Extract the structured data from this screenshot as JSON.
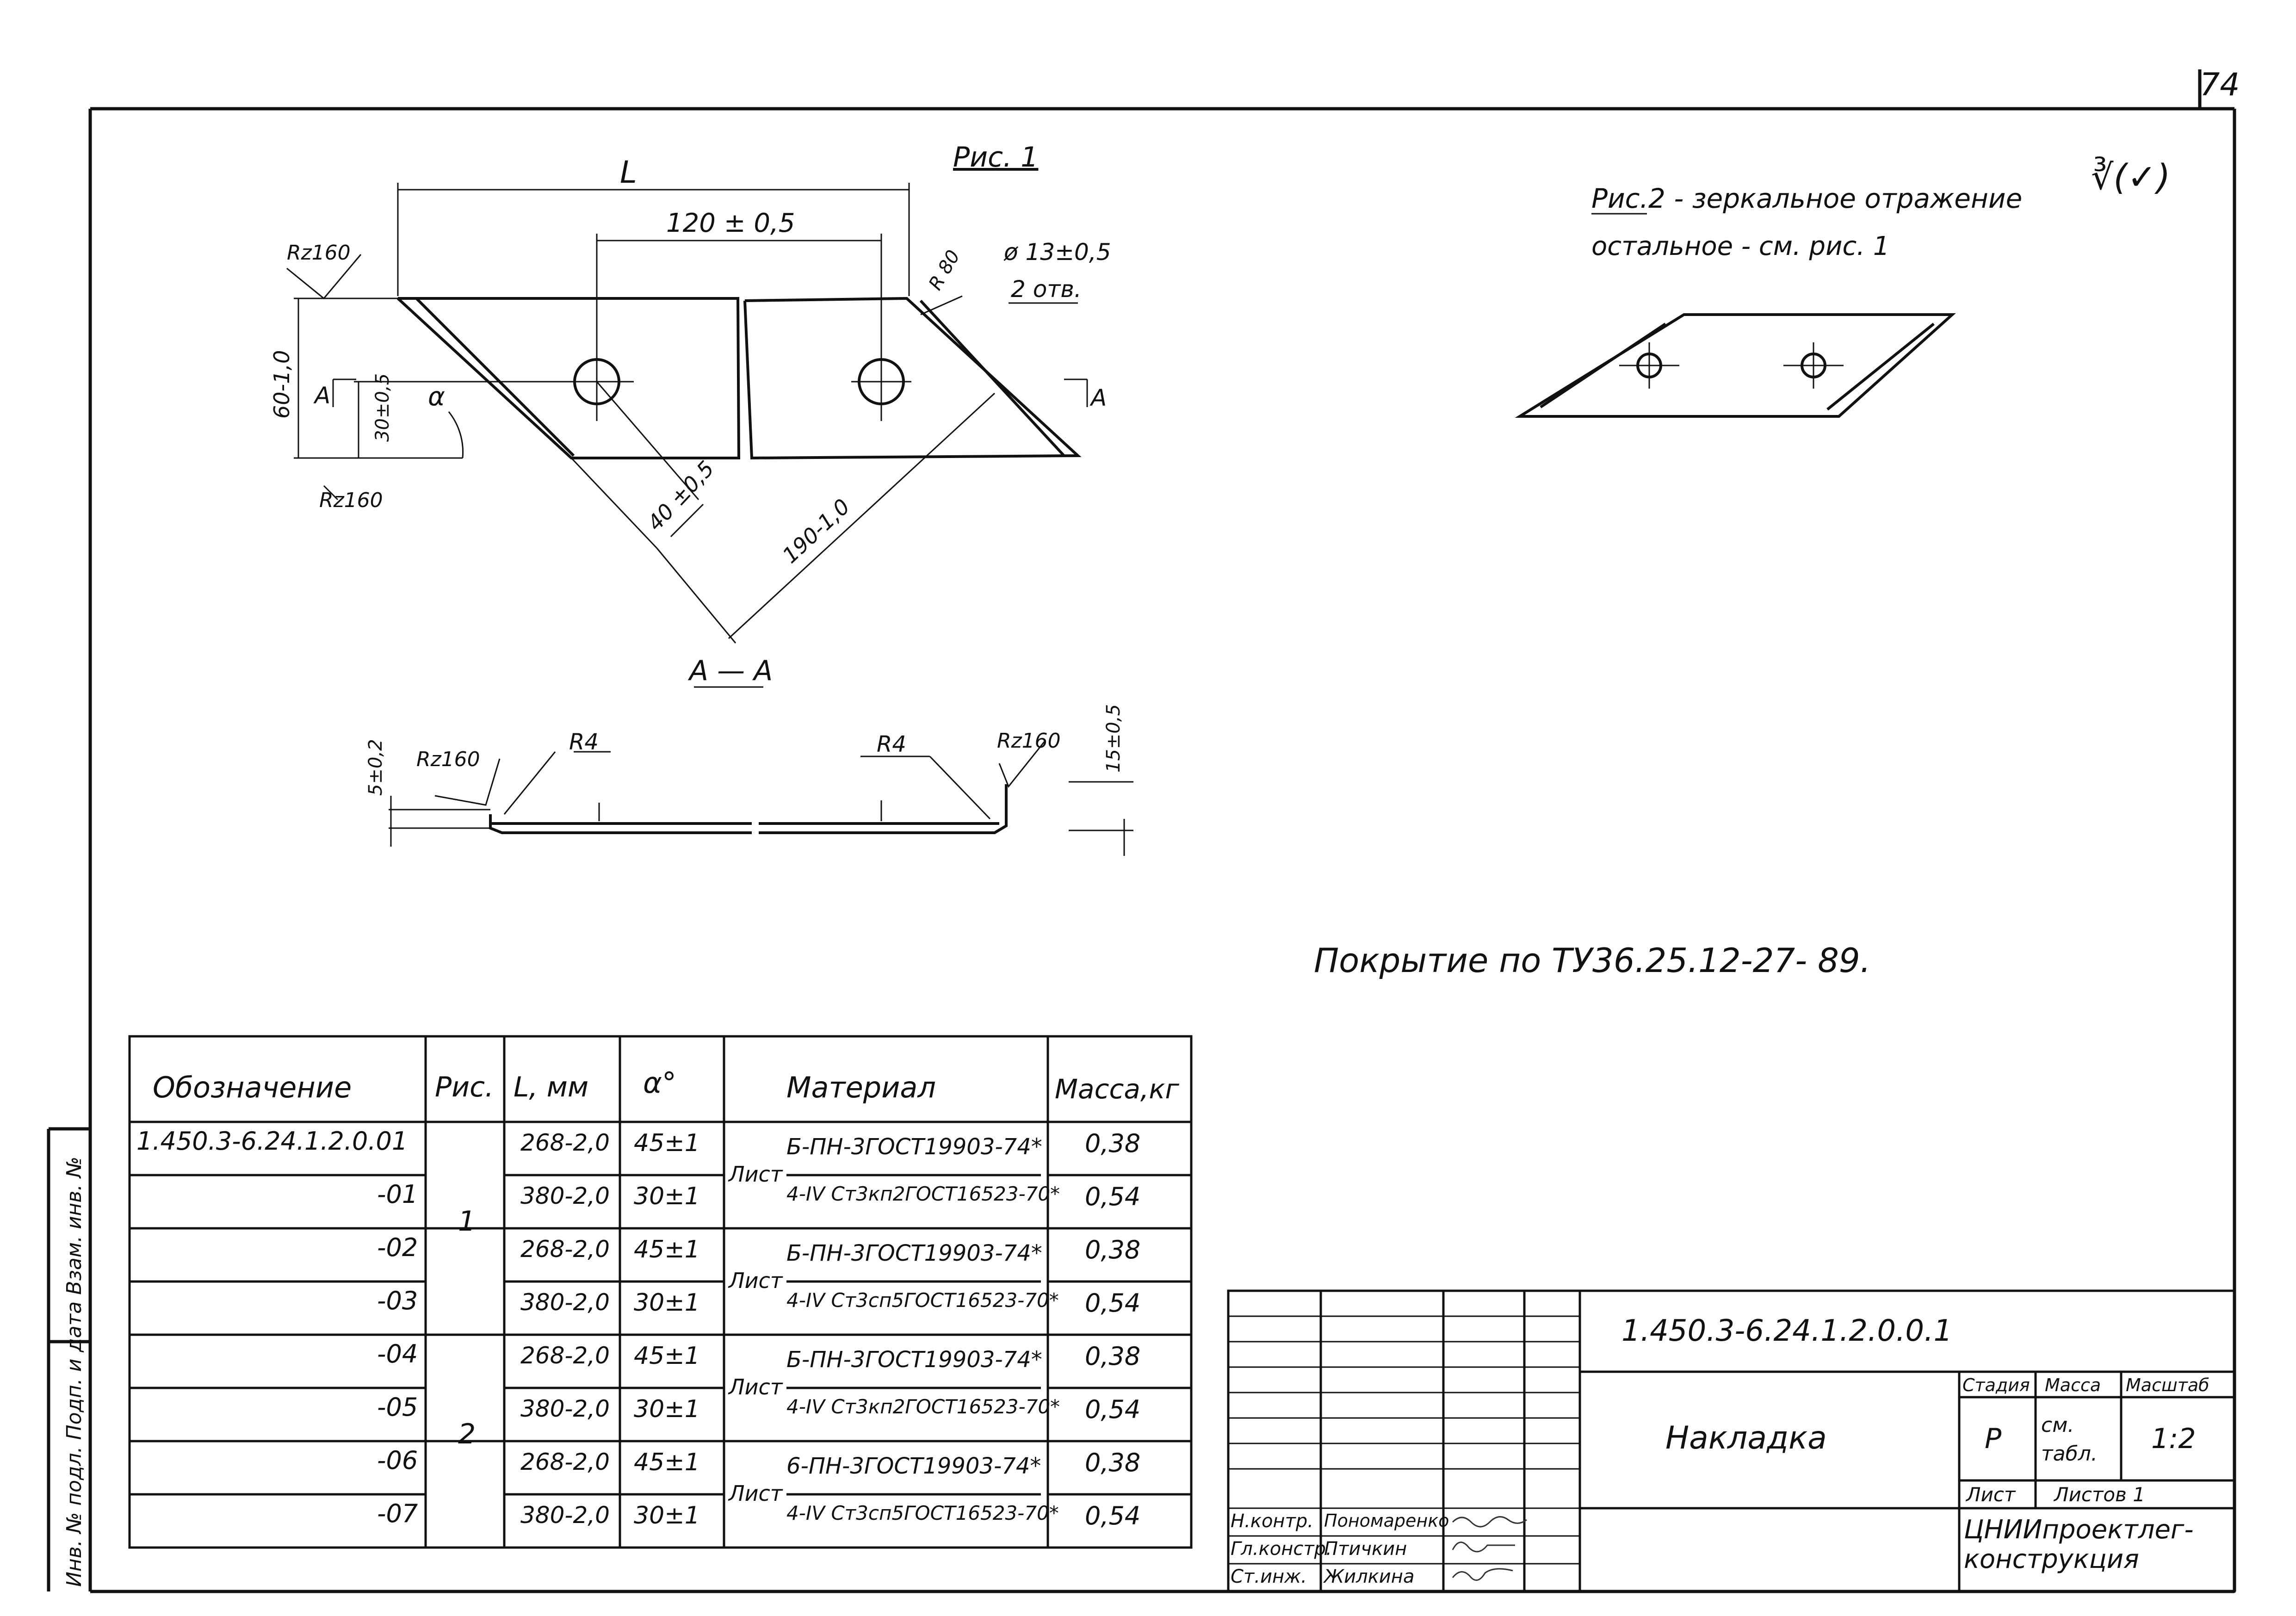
{
  "sheet_number": "74",
  "fig1": {
    "caption": "Рис. 1",
    "dim_L": "L",
    "dim_120": "120 ± 0,5",
    "dim_hole": "ø 13±0,5",
    "dim_holes_count": "2 отв.",
    "dim_R80": "R 80",
    "dim_60": "60-1,0",
    "dim_30": "30±0,5",
    "alpha": "α",
    "dim_40": "40 ±0,5",
    "dim_190": "190-1,0",
    "rz_top": "Rz160",
    "rz_bottom": "Rz160",
    "section_mark_left": "A",
    "section_mark_right": "A"
  },
  "fig2": {
    "caption": "Рис.2",
    "caption_rest": " - зеркальное отражение",
    "line2": "остальное - см. рис. 1",
    "roughness_mark": "∛(✓)"
  },
  "section": {
    "title": "А — А",
    "dim_5": "5±0,2",
    "rz_left": "Rz160",
    "R_left": "R4",
    "R_right": "R4",
    "rz_right": "Rz160",
    "dim_15": "15±0,5"
  },
  "coating_note": "Покрытие по ТУ36.25.12-27- 89.",
  "table": {
    "headers": [
      "Обозначение",
      "Рис.",
      "L, мм",
      "α°",
      "Материал",
      "Масса,кг"
    ],
    "designations": [
      "1.450.3-6.24.1.2.0.01",
      "-01",
      "-02",
      "-03",
      "-04",
      "-05",
      "-06",
      "-07"
    ],
    "fig_numbers": [
      "1",
      "2"
    ],
    "lengths": [
      "268-2,0",
      "380-2,0",
      "268-2,0",
      "380-2,0",
      "268-2,0",
      "380-2,0",
      "268-2,0",
      "380-2,0"
    ],
    "angles": [
      "45±1",
      "30±1",
      "45±1",
      "30±1",
      "45±1",
      "30±1",
      "45±1",
      "30±1"
    ],
    "masses": [
      "0,38",
      "0,54",
      "0,38",
      "0,54",
      "0,38",
      "0,54",
      "0,38",
      "0,54"
    ],
    "materials": [
      {
        "prefix": "Лист",
        "top": "Б-ПН-3ГОСТ19903-74*",
        "bottom": "4-IV Ст3кп2ГОСТ16523-70*"
      },
      {
        "prefix": "Лист",
        "top": "Б-ПН-3ГОСТ19903-74*",
        "bottom": "4-IV Ст3сп5ГОСТ16523-70*"
      },
      {
        "prefix": "Лист",
        "top": "Б-ПН-3ГОСТ19903-74*",
        "bottom": "4-IV Ст3кп2ГОСТ16523-70*"
      },
      {
        "prefix": "Лист",
        "top": "6-ПН-3ГОСТ19903-74*",
        "bottom": "4-IV Ст3сп5ГОСТ16523-70*"
      }
    ]
  },
  "title_block": {
    "doc_code": "1.450.3-6.24.1.2.0.0.1",
    "name": "Накладка",
    "stage_label": "Стадия",
    "mass_label": "Масса",
    "scale_label": "Масштаб",
    "stage_value": "Р",
    "mass_value": "см. табл.",
    "scale_value": "1:2",
    "sheet_label": "Лист",
    "sheets_label": "Листов 1",
    "org": "ЦНИИпроектлег- конструкция",
    "roles": [
      "Н.контр.",
      "Гл.констр.",
      "Ст.инж."
    ],
    "people": [
      "Пономаренко",
      "Птичкин",
      "Жилкина"
    ]
  },
  "left_margin_text": "Инв. № подл. Подп. и дата Взам. инв. №"
}
